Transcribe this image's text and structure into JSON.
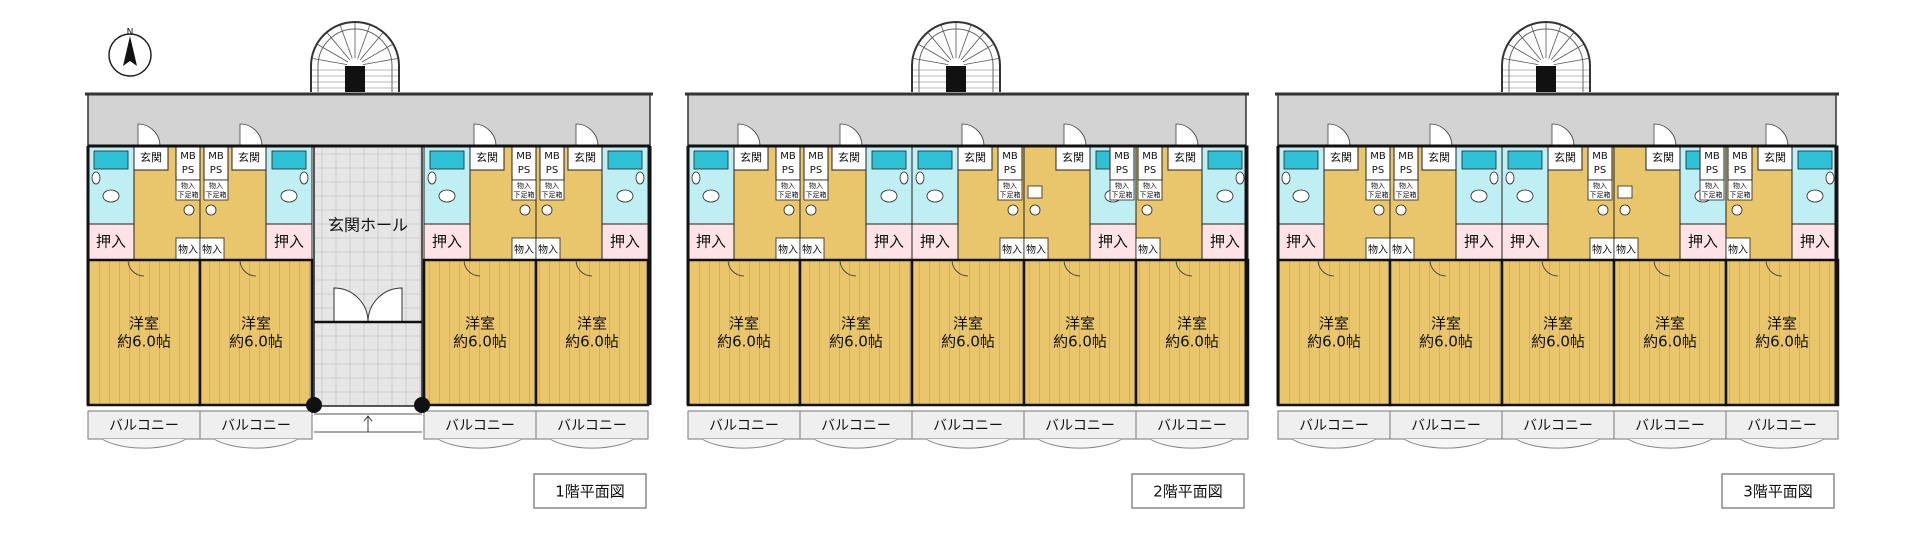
{
  "compass": {
    "north_label": "N"
  },
  "colors": {
    "room_floor": "#e9c66b",
    "floor_line": "#c9a247",
    "corridor": "#d3d3d3",
    "water_area": "#bfeff3",
    "closet": "#fde3e5",
    "wall": "#111111",
    "balcony": "#efefef",
    "hall_tile": "#e6e6e6"
  },
  "labels": {
    "entrance": "玄関",
    "mbps_line1": "MB",
    "mbps_line2": "PS",
    "storage_under": [
      "物入",
      "下足箱"
    ],
    "closet": "押入",
    "storage": "物入",
    "room_name": "洋室",
    "room_size": "約6.0帖",
    "balcony": "バルコニー",
    "entrance_hall": "玄関ホール",
    "floor_caption_1": "1階平面図",
    "floor_caption_2": "2階平面図",
    "floor_caption_3": "3階平面図"
  }
}
